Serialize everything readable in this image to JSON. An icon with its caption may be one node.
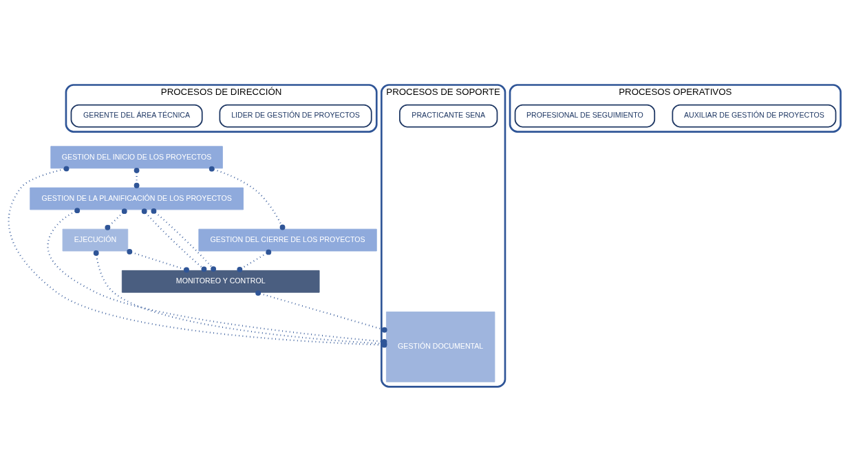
{
  "diagram": {
    "nodes": [
      {
        "text": [
          "PROCESOS DE DIRECCIÓN"
        ]
      },
      {
        "text": [
          "PROCESOS OPERATIVOS"
        ]
      },
      {
        "text": [
          "PROCESOS DE SOPORTE"
        ]
      },
      {
        "text": [
          "GERENTE DEL ÁREA TÉCNICA"
        ],
        "in": 0
      },
      {
        "text": [
          "LIDER DE GESTIÓN DE PROYECTOS"
        ],
        "in": 0
      },
      {
        "text": [
          "PROFESIONAL DE SEGUIMIENTO"
        ],
        "in": 1
      },
      {
        "text": [
          "AUXILIAR DE GESTIÓN DE PROYECTOS"
        ],
        "in": 1
      },
      {
        "text": [
          "PRACTICANTE SENA"
        ],
        "in": 2
      },
      {
        "text": [
          "GESTION DEL INICIO DE LOS PROYECTOS"
        ]
      },
      {
        "text": [
          "GESTION DE LA PLANIFICACIÓN DE LOS PROYECTOS"
        ]
      },
      {
        "text": [
          "EJECUCIÓN"
        ]
      },
      {
        "text": [
          "GESTIÓN DOCUMENTAL"
        ],
        "in": 2
      },
      {
        "text": [
          "MONITOREO Y CONTROL"
        ]
      },
      {
        "text": [
          "GESTION DEL CIERRE DE LOS PROYECTOS"
        ]
      }
    ],
    "edges": [
      {
        "from": 8,
        "to": 11,
        "arrow": "other"
      },
      {
        "from": 8,
        "to": 9,
        "arrow": "other"
      },
      {
        "from": 8,
        "to": 13,
        "arrow": "other"
      },
      {
        "from": 9,
        "to": 12,
        "arrow": "other"
      },
      {
        "from": 9,
        "to": 12,
        "arrow": "other"
      },
      {
        "from": 9,
        "to": 10,
        "arrow": "other"
      },
      {
        "from": 9,
        "to": 11,
        "arrow": "other"
      },
      {
        "from": 10,
        "to": 11,
        "arrow": "other"
      },
      {
        "from": 10,
        "to": 12,
        "arrow": "other"
      },
      {
        "from": 12,
        "to": 11,
        "arrow": "other"
      },
      {
        "from": 13,
        "to": 12,
        "arrow": "other"
      }
    ]
  }
}
